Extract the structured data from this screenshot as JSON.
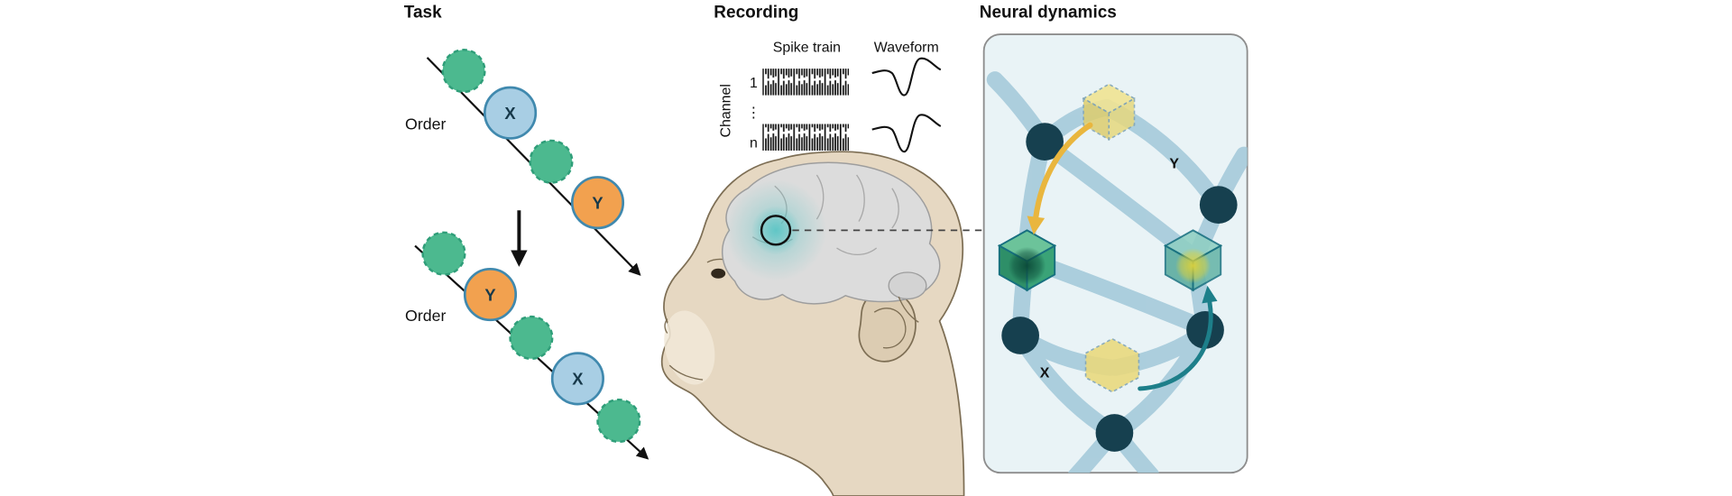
{
  "panels": {
    "task": {
      "title": "Task",
      "stimulus_x": "X",
      "stimulus_y": "Y",
      "trial1": {
        "order_label": "Order",
        "sequence": [
          "distractor",
          "X",
          "distractor",
          "Y"
        ]
      },
      "trial2": {
        "order_label": "Order",
        "sequence": [
          "distractor",
          "Y",
          "distractor",
          "X",
          "distractor"
        ]
      }
    },
    "recording": {
      "title": "Recording",
      "spike_train_label": "Spike train",
      "waveform_label": "Waveform",
      "channel_axis_label": "Channel",
      "channel_first": "1",
      "channel_ellipsis": "⋮",
      "channel_last": "n"
    },
    "neural": {
      "title": "Neural dynamics",
      "state_y_label": "Y",
      "state_x_label": "X"
    }
  },
  "colors": {
    "ink": "#111111",
    "distractor_green": "#4cb98f",
    "distractor_green_border": "#2f9e79",
    "stimulus_blue": "#a8cee4",
    "stimulus_orange": "#f2a14f",
    "stimulus_border": "#4089ae",
    "monkey_skin": "#e6d8c2",
    "monkey_outline": "#7d6e54",
    "brain_gray": "#dcdcdc",
    "recording_site_glow": "#4fc3c3",
    "panel_bg": "#e9f3f6",
    "panel_border": "#8d8d8d",
    "network_edge": "#a6cbdb",
    "network_node": "#16404f",
    "cube_yellow": "#e9da7d",
    "cube_green": "#3aa377",
    "cube_teal": "#63b3a6",
    "arrow_yellow": "#e9b63e",
    "arrow_teal": "#1d7f8a"
  }
}
